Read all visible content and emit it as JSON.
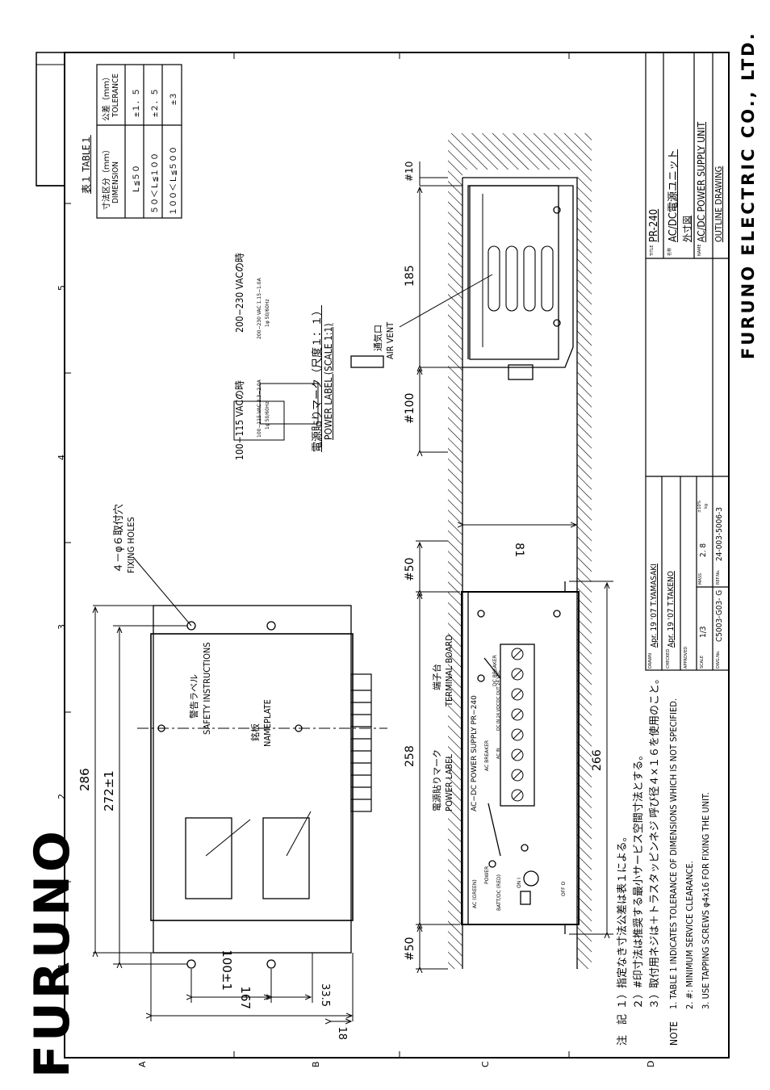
{
  "brand": {
    "logo_text": "FURUNO",
    "footer": "FURUNO ELECTRIC CO., LTD."
  },
  "grid": {
    "cols": [
      "1",
      "2",
      "3",
      "4",
      "5"
    ],
    "rows": [
      "A",
      "B",
      "C",
      "D"
    ]
  },
  "table1": {
    "title": "表１ TABLE１",
    "header_dim_jp": "寸法区分（ｍｍ）",
    "header_dim_en": "DIMENSION",
    "header_tol_jp": "公差（ｍｍ）",
    "header_tol_en": "TOLERANCE",
    "rows": [
      {
        "dim": "Ｌ≦５０",
        "tol": "±１．５"
      },
      {
        "dim": "５０＜Ｌ≦１００",
        "tol": "±２．５"
      },
      {
        "dim": "１００＜Ｌ≦５００",
        "tol": "±３"
      }
    ]
  },
  "top_view": {
    "dims": {
      "width_total": "286",
      "width_holes": "272±1",
      "height_total": "167",
      "holes_pitch": "100±1",
      "hole_offset": "33.5",
      "flange": "18"
    },
    "fixing_holes_jp": "４－φ６取付穴",
    "fixing_holes_en": "FIXING HOLES",
    "safety_jp": "警告ラベル",
    "safety_en": "SAFETY INSTRUCTIONS",
    "nameplate_jp": "銘板",
    "nameplate_en": "NAMEPLATE"
  },
  "power_labels": {
    "low_title": "100−115 VACの時",
    "low_box_l1": "100−115 VAC 2.3−2.0A",
    "low_box_l2": "1φ 50/60Hz",
    "high_title": "200−230 VACの時",
    "high_box_l1": "200−230 VAC 1.15−1.0A",
    "high_box_l2": "1φ 50/60Hz",
    "caption_jp": "電源貼りマーク（尺度１：１）",
    "caption_en": "POWER LABEL (SCALE 1:1)"
  },
  "front_view": {
    "dims": {
      "service_left": "#50",
      "width": "258",
      "service_right": "#50",
      "depth": "266",
      "height": "81"
    },
    "power_label_jp": "電源貼りマーク",
    "power_label_en": "POWER LABEL",
    "terminal_jp": "端子台",
    "terminal_en": "TERMINAL BOARD",
    "panel_name": "AC−DC POWER SUPPLY PR−240",
    "ac_breaker": "AC BREAKER",
    "dc_breaker": "DC BREAKER",
    "ac_led": "AC (GREEN)",
    "batt_led": "BATT/DC (RED)",
    "on": "ON I",
    "off": "OFF O",
    "power": "POWER",
    "ac_in": "AC IN",
    "dc_in": "DC IN 24 VDC",
    "dc_out": "DC OUT 24 VDC"
  },
  "side_view": {
    "dims": {
      "front": "#100",
      "depth": "185",
      "rear": "#10"
    },
    "vent_jp": "通気口",
    "vent_en": "AIR VENT"
  },
  "notes": {
    "jp_label": "注　記",
    "jp": [
      "１）指定なき寸法公差は表１による。",
      "２）#印寸法は推奨する最小サービス空間寸法とする。",
      "３）取付用ネジは＋トラスタッピンネジ 呼び径４×１６を使用のこと。"
    ],
    "en_label": "NOTE",
    "en": [
      "1.  TABLE 1 INDICATES TOLERANCE OF DIMENSIONS WHICH IS NOT SPECIFIED.",
      "2.  #: MINIMUM SERVICE CLEARANCE.",
      "3.  USE TAPPING SCREWS φ4x16 FOR FIXING THE UNIT."
    ]
  },
  "title_block": {
    "drawn_label": "DRAWN",
    "drawn": "Apr. 19 '07  T.YAMASAKI",
    "checked_label": "CHECKED",
    "checked": "Apr. 19 '07  T.TAKENO",
    "approved_label": "APPROVED",
    "scale_label": "SCALE",
    "scale": "1/3",
    "mass_label": "MASS",
    "mass": "2. 8",
    "mass_unit": "kg",
    "mass_tol": "±10%",
    "dwg_label": "DWG.No.",
    "dwg": "C5003-G03- G",
    "ref_label": "REF.No.",
    "ref": "24-003-5006-3",
    "title_label": "TITLE",
    "title": "PR-240",
    "jname_label": "名称",
    "jname_1": "AC/DC電源ユニット",
    "jname_2": "外寸図",
    "name_label": "NAME",
    "name_1": "AC/DC POWER SUPPLY UNIT",
    "name_2": "OUTLINE DRAWING"
  }
}
